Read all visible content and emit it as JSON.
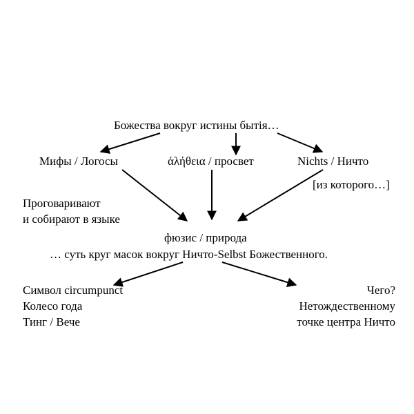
{
  "top": "Божества вокруг истины бытія…",
  "row2": {
    "left": "Мифы / Логосы",
    "center": "ἀλήθεια / просвет",
    "right": "Nichts / Ничто",
    "right_note": "[из которого…]"
  },
  "side_note": {
    "line1": "Проговаривают",
    "line2": "и собирают в языке"
  },
  "center_node": "фюзис / природа",
  "center_line": "… суть круг масок вокруг Ничто-Selbst Божественного.",
  "bottom_left": {
    "line1": "Символ circumpunct",
    "line2": "Колесо года",
    "line3": "Тинг / Вече"
  },
  "bottom_right": {
    "line1": "Чего?",
    "line2": "Нетождественному",
    "line3": "точке центра Ничто"
  },
  "colors": {
    "ink": "#000000",
    "background": "#ffffff"
  }
}
